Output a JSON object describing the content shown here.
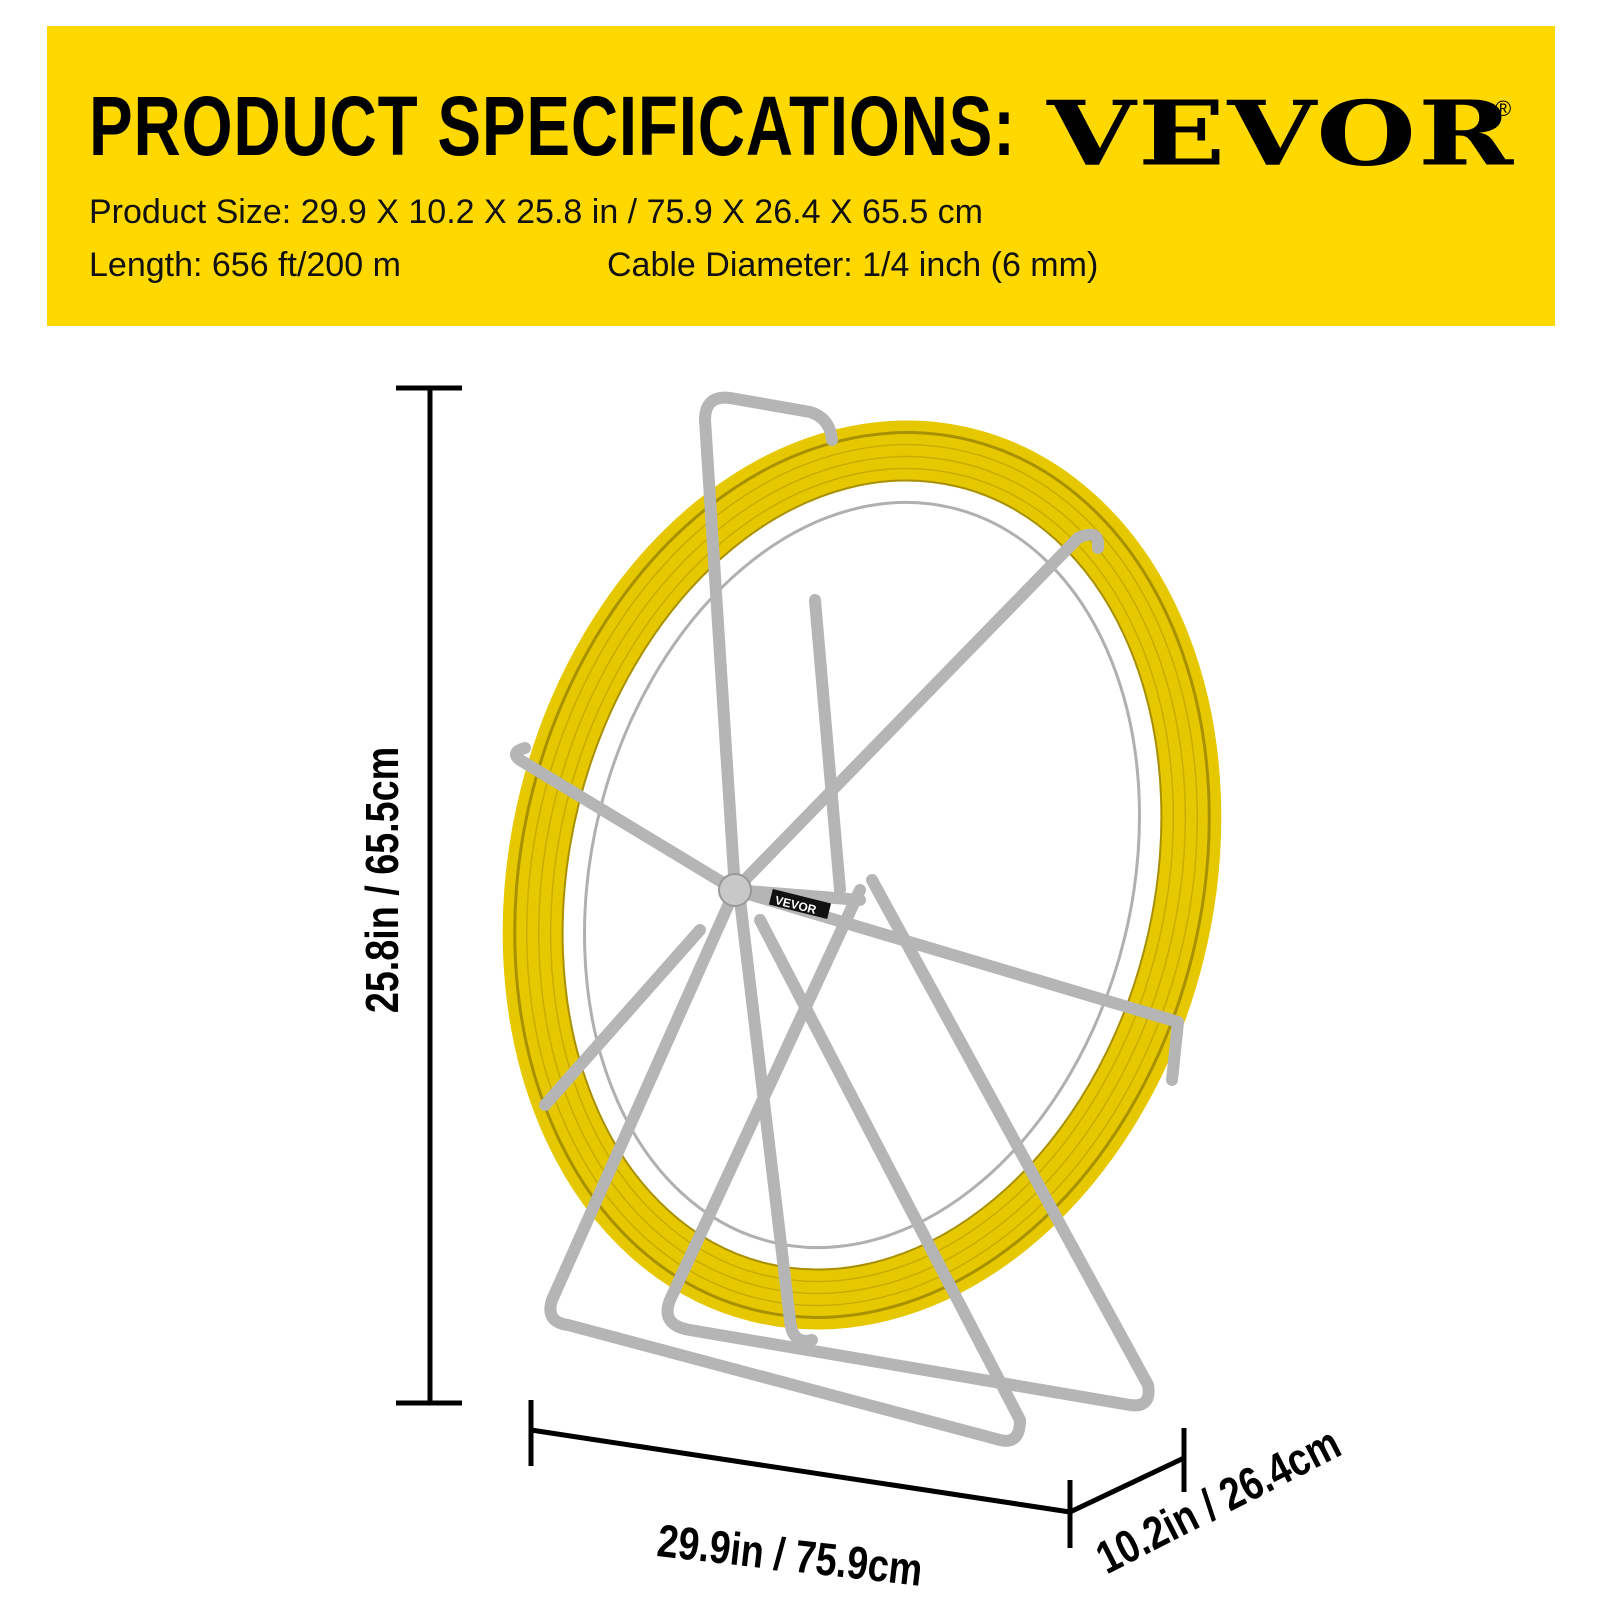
{
  "header": {
    "title": "PRODUCT SPECIFICATIONS:",
    "brand": "VEVOR",
    "registered_mark": "®",
    "background_color": "#ffd800"
  },
  "specs": {
    "product_size": "Product Size: 29.9 X 10.2 X 25.8 in / 75.9 X 26.4 X 65.5 cm",
    "length": "Length: 656 ft/200 m",
    "cable_diameter": "Cable Diameter: 1/4 inch (6 mm)"
  },
  "dimensions": {
    "height": "25.8in / 65.5cm",
    "width": "29.9in / 75.9cm",
    "depth": "10.2in / 26.4cm"
  },
  "product": {
    "name": "fiberglass duct rodder on reel stand",
    "cable_color": "#f2d600",
    "frame_color": "#b8b8b8",
    "frame_label": "VEVOR"
  }
}
